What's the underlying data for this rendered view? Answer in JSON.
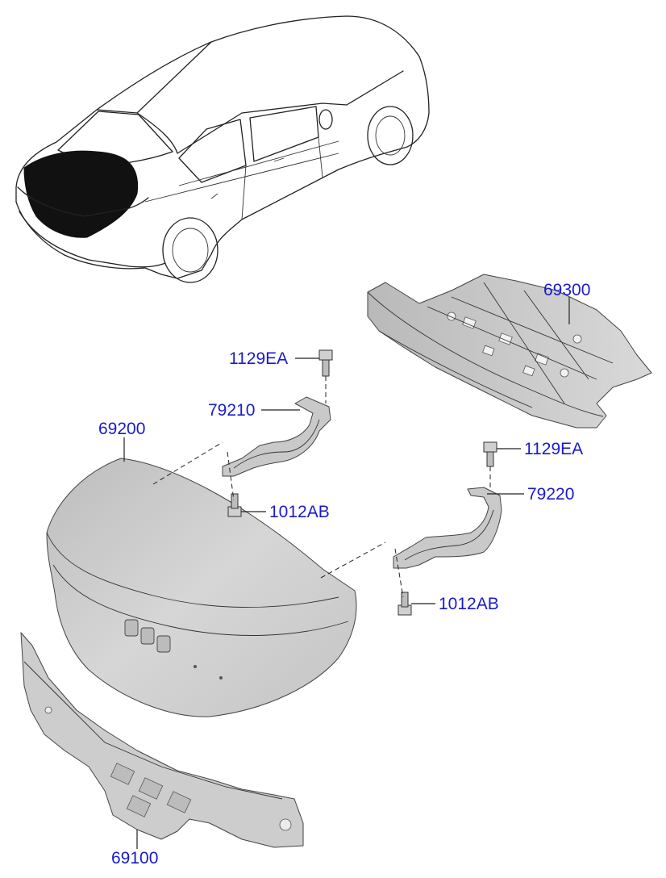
{
  "callouts": {
    "rear_package_tray": "69300",
    "bolt_upper_left": "1129EA",
    "hinge_left": "79210",
    "trunk_lid": "69200",
    "bolt_lower_left": "1012AB",
    "bolt_upper_right": "1129EA",
    "hinge_right": "79220",
    "bolt_lower_right": "1012AB",
    "back_panel": "69100"
  },
  "colors": {
    "callout_text": "#1a1acc",
    "part_fill": "#cfcfcf",
    "highlight_fill": "#111111"
  }
}
